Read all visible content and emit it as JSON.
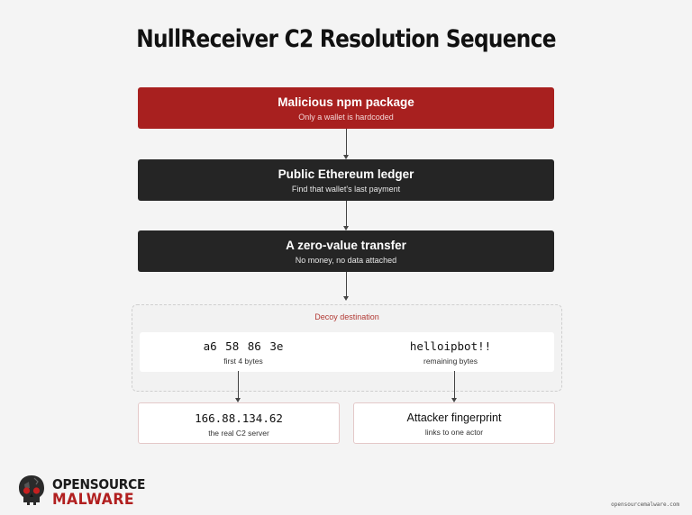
{
  "title": "NullReceiver C2 Resolution Sequence",
  "steps": [
    {
      "heading": "Malicious npm package",
      "sub": "Only a wallet is hardcoded"
    },
    {
      "heading": "Public Ethereum ledger",
      "sub": "Find that wallet's last payment"
    },
    {
      "heading": "A zero-value transfer",
      "sub": "No money, no data attached"
    }
  ],
  "decoy": {
    "label": "Decoy destination",
    "left": {
      "value": "a6 58 86 3e",
      "sub": "first 4 bytes"
    },
    "right": {
      "value": "helloipbot!!",
      "sub": "remaining bytes"
    }
  },
  "results": [
    {
      "value": "166.88.134.62",
      "sub": "the real C2 server"
    },
    {
      "value": "Attacker fingerprint",
      "sub": "links to one actor"
    }
  ],
  "logo": {
    "line1": "OPENSOURCE",
    "line2": "MALWARE"
  },
  "footer_url": "opensourcemalware.com",
  "colors": {
    "accent_red": "#a8201f",
    "dark_box": "#252525",
    "background": "#f4f4f4"
  }
}
